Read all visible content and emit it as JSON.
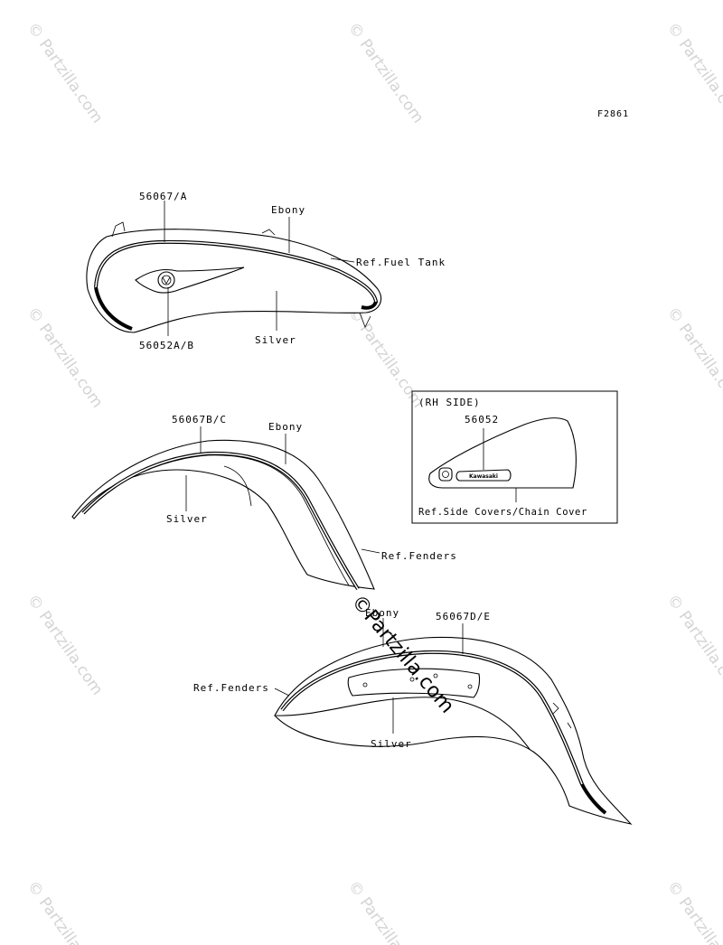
{
  "figure_code": "F2861",
  "fuel_tank": {
    "label_stripe": "56067/A",
    "label_emblem": "56052A/B",
    "label_ebony": "Ebony",
    "label_silver": "Silver",
    "label_ref": "Ref.Fuel Tank"
  },
  "front_fender": {
    "label_stripe": "56067B/C",
    "label_ebony": "Ebony",
    "label_silver": "Silver",
    "label_ref": "Ref.Fenders"
  },
  "side_cover_inset": {
    "title": "(RH SIDE)",
    "label_part": "56052",
    "label_ref": "Ref.Side Covers/Chain Cover",
    "emblem_text": "Kawasaki"
  },
  "rear_fender": {
    "label_stripe": "56067D/E",
    "label_ebony": "Ebony",
    "label_silver": "Silver",
    "label_ref": "Ref.Fenders"
  },
  "watermark": {
    "text": "© Partzilla.com",
    "center_text": "©Partzilla.com"
  }
}
